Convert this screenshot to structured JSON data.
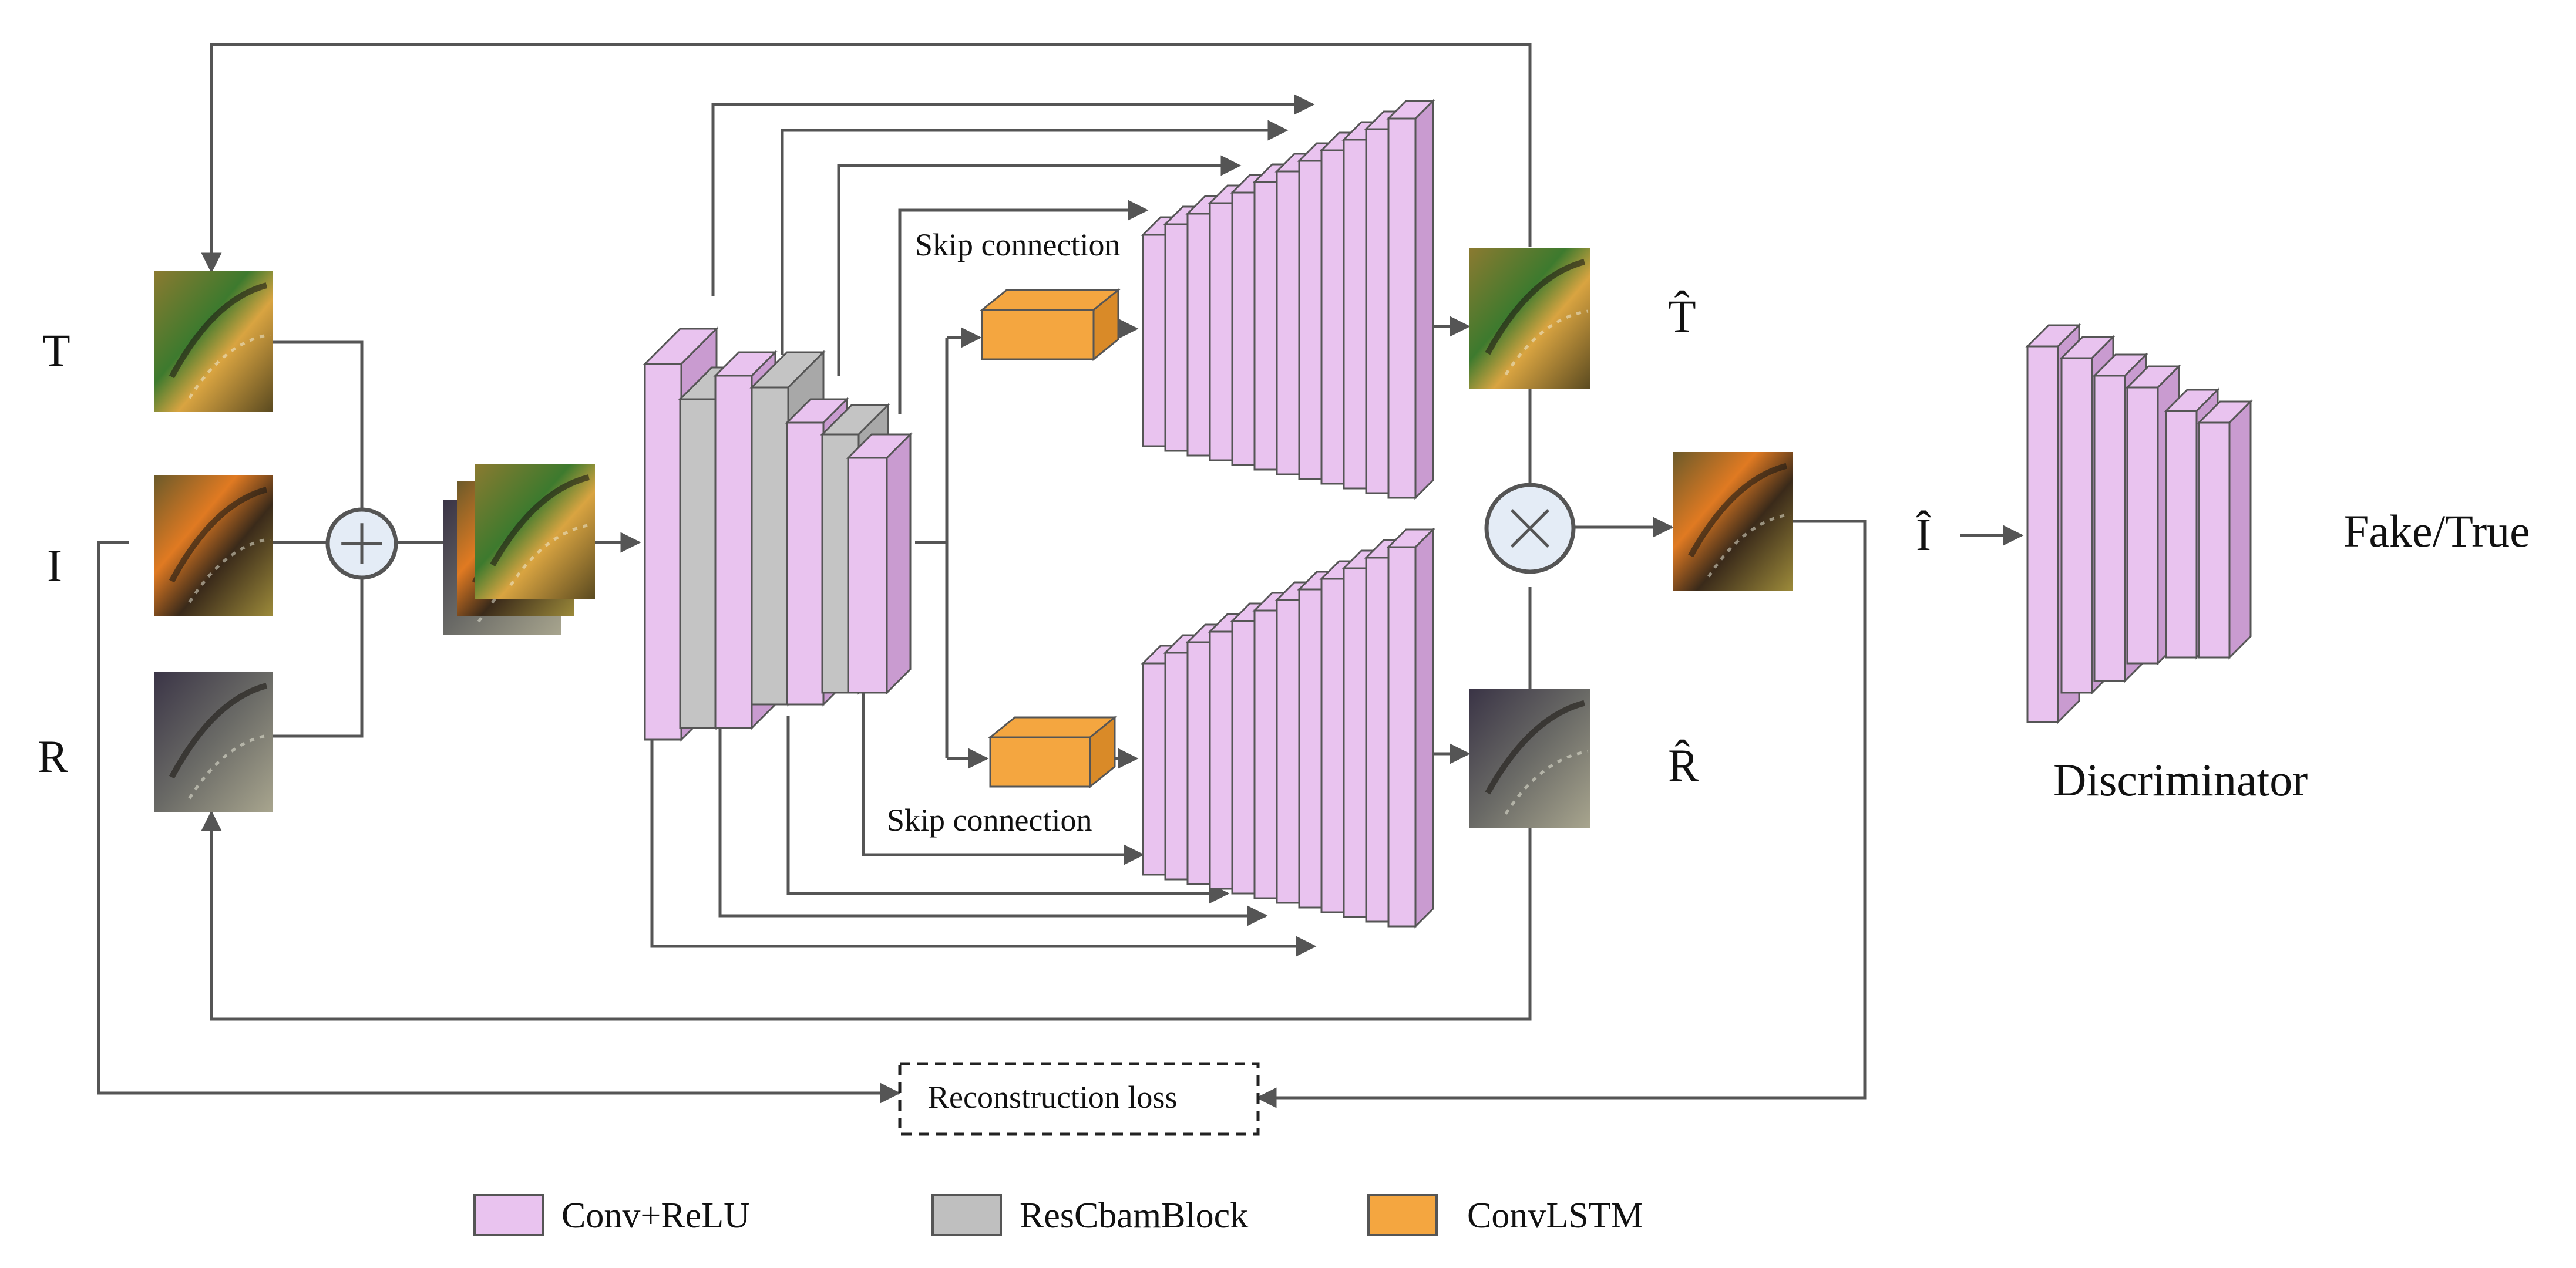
{
  "labels": {
    "T": "T",
    "I": "I",
    "R": "R",
    "T_hat": "T̂",
    "R_hat": "R̂",
    "I_hat": "Î",
    "fake_true": "Fake/True",
    "discriminator": "Discriminator",
    "skip_top": "Skip connection",
    "skip_bottom": "Skip connection",
    "recon_loss": "Reconstruction loss"
  },
  "legend": [
    {
      "label": "Conv+ReLU",
      "color": "#e9c3ef"
    },
    {
      "label": "ResCbamBlock",
      "color": "#bfbfbf"
    },
    {
      "label": "ConvLSTM",
      "color": "#f4a640"
    }
  ],
  "colors": {
    "conv": "#e9c3ef",
    "conv_dark": "#c99bd0",
    "res": "#c4c4c4",
    "lstm": "#f4a640",
    "line": "#555555",
    "op_fill": "#e4ecf6"
  },
  "icons": {
    "add": "plus-circle-icon",
    "multiply": "times-circle-icon"
  }
}
